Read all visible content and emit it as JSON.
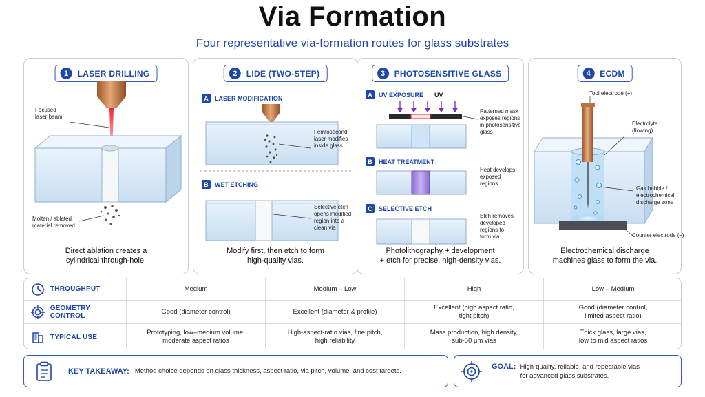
{
  "header": {
    "title": "Via Formation",
    "subtitle": "Four representative via-formation routes for glass substrates"
  },
  "colors": {
    "accent": "#1f47a8",
    "glass": "#dbeaf8",
    "laser": "#e8262e",
    "electrode": "#c98654",
    "uv": "#7a2fc8"
  },
  "panels": [
    {
      "num": "1",
      "title": "LASER DRILLING",
      "labels": {
        "beam": "Focused\nlaser beam",
        "removed": "Molten / ablated\nmaterial removed"
      },
      "caption": "Direct ablation creates a\ncylindrical through-hole."
    },
    {
      "num": "2",
      "title": "LIDE (TWO-STEP)",
      "steps": [
        {
          "letter": "A",
          "title": "LASER MODIFICATION",
          "note": "Femtosecond\nlaser modifies\ninside glass"
        },
        {
          "letter": "B",
          "title": "WET ETCHING",
          "note": "Selective etch\nopens modified\nregion into a\nclean via"
        }
      ],
      "caption": "Modify first, then etch to form\nhigh-quality vias."
    },
    {
      "num": "3",
      "title": "PHOTOSENSITIVE GLASS",
      "steps": [
        {
          "letter": "A",
          "title": "UV EXPOSURE",
          "extra": "UV",
          "note": "Patterned mask\nexposes regions\nin photosensitive\nglass"
        },
        {
          "letter": "B",
          "title": "HEAT TREATMENT",
          "note": "Heat develops\nexposed\nregions"
        },
        {
          "letter": "C",
          "title": "SELECTIVE ETCH",
          "note": "Etch removes\ndeveloped\nregions to\nform via"
        }
      ],
      "caption": "Photolithography + development\n+ etch for precise, high-density vias."
    },
    {
      "num": "4",
      "title": "ECDM",
      "labels": {
        "tool": "Tool electrode (+)",
        "electrolyte": "Electrolyte\n(flowing)",
        "bubble": "Gas bubble /\nelectrochemical\ndischarge zone",
        "counter": "Counter electrode (–)"
      },
      "caption": "Electrochemical discharge\nmachines glass to form the via."
    }
  ],
  "table": {
    "rows": [
      {
        "icon": "clock-icon",
        "label": "THROUGHPUT",
        "cells": [
          "Medium",
          "Medium – Low",
          "High",
          "Low – Medium"
        ]
      },
      {
        "icon": "target-icon",
        "label": "GEOMETRY CONTROL",
        "cells": [
          "Good (diameter control)",
          "Excellent  (diameter & profile)",
          "Excellent (high aspect ratio,\ntight pitch)",
          "Good  (diameter control,\nlimited aspect ratio)"
        ]
      },
      {
        "icon": "building-icon",
        "label": "TYPICAL USE",
        "cells": [
          "Prototyping, low–medium volume,\nmoderate aspect ratios",
          "High-aspect-ratio vias, fine pitch,\nhigh reliability",
          "Mass production, high density,\nsub-50 μm vias",
          "Thick glass, large vias,\nlow to mid aspect ratios"
        ]
      }
    ]
  },
  "footer": {
    "key_label": "KEY TAKEAWAY:",
    "key_text": "Method choice depends on glass thickness, aspect ratio, via pitch, volume, and cost targets.",
    "goal_label": "GOAL:",
    "goal_text": "High-quality, reliable, and repeatable vias\nfor advanced glass substrates."
  }
}
